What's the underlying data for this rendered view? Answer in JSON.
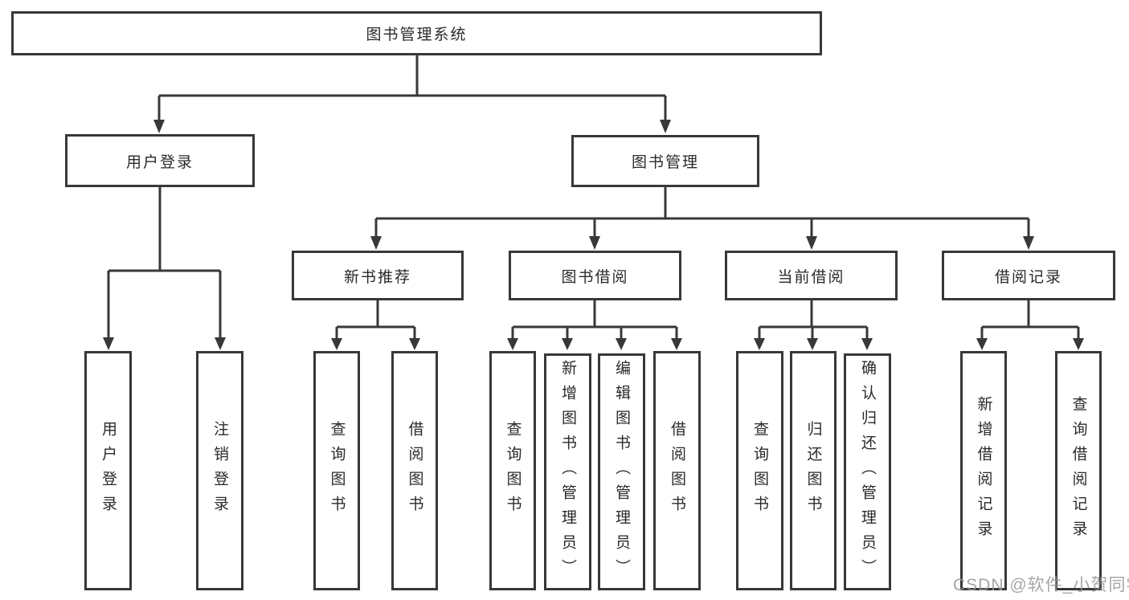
{
  "colors": {
    "line": "#383838",
    "box_border": "#383838",
    "box_background": "#ffffff",
    "text": "#2a2a2a",
    "watermark": "#969696",
    "page_background": "#ffffff"
  },
  "tree": {
    "root": {
      "label": "图书管理系统"
    },
    "branches": [
      {
        "label": "用户登录",
        "children": [
          {
            "label": "用户登录"
          },
          {
            "label": "注销登录"
          }
        ]
      },
      {
        "label": "图书管理",
        "children": [
          {
            "label": "新书推荐",
            "children": [
              {
                "label": "查询图书"
              },
              {
                "label": "借阅图书"
              }
            ]
          },
          {
            "label": "图书借阅",
            "children": [
              {
                "label": "查询图书"
              },
              {
                "label": "新增图书（管理员）"
              },
              {
                "label": "编辑图书（管理员）"
              },
              {
                "label": "借阅图书"
              }
            ]
          },
          {
            "label": "当前借阅",
            "children": [
              {
                "label": "查询图书"
              },
              {
                "label": "归还图书"
              },
              {
                "label": "确认归还（管理员）"
              }
            ]
          },
          {
            "label": "借阅记录",
            "children": [
              {
                "label": "新增借阅记录"
              },
              {
                "label": "查询借阅记录"
              }
            ]
          }
        ]
      }
    ]
  },
  "watermark": {
    "text": "CSDN @软件_小贺同学"
  }
}
